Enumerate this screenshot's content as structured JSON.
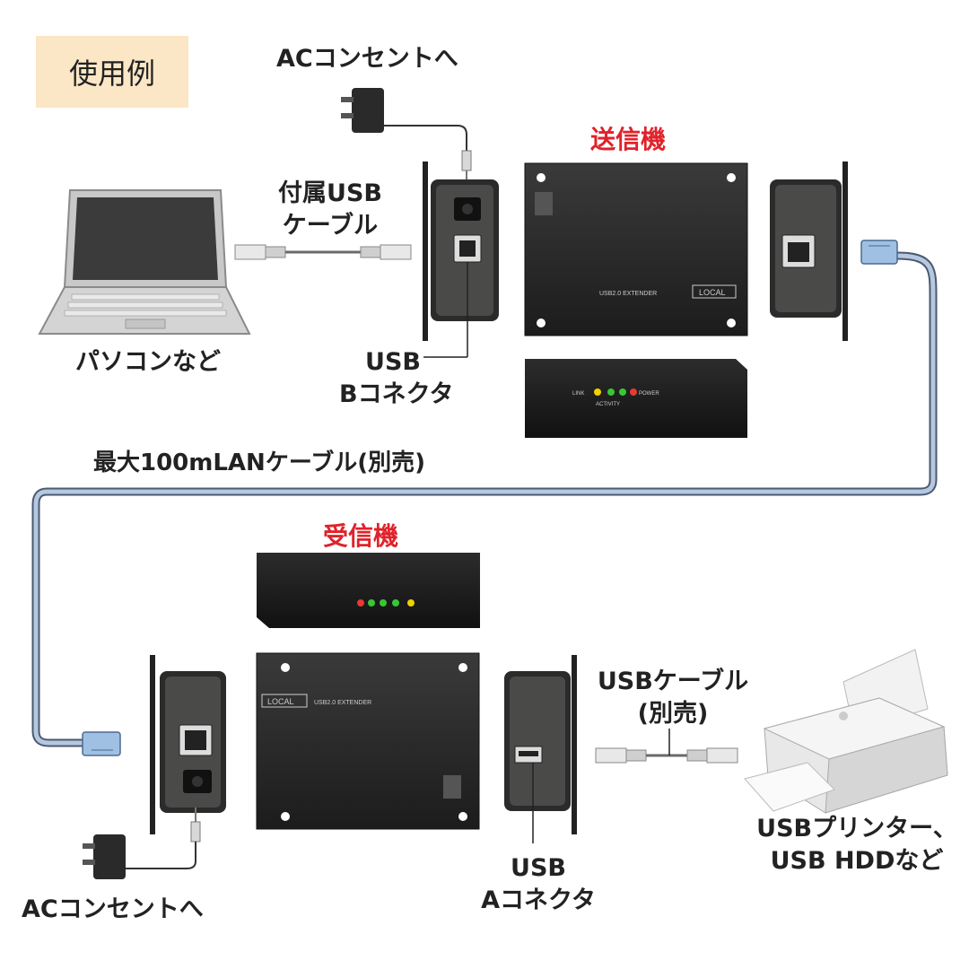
{
  "title": "使用例",
  "sender": {
    "name": "送信機",
    "ac_label": "ACコンセントへ",
    "pc_label": "パソコンなど",
    "usb_cable_label": [
      "付属USB",
      "ケーブル"
    ],
    "connector_label": [
      "USB",
      "Bコネクタ"
    ],
    "device_text": "USB2.0 EXTENDER",
    "device_badge": "LOCAL",
    "led_labels": [
      "LINK",
      "ACTIVITY",
      "POWER"
    ]
  },
  "lan_cable_label": "最大100mLANケーブル(別売)",
  "receiver": {
    "name": "受信機",
    "ac_label": "ACコンセントへ",
    "usb_cable_label": [
      "USBケーブル",
      "(別売)"
    ],
    "connector_label": [
      "USB",
      "Aコネクタ"
    ],
    "printer_label": [
      "USBプリンター、",
      "USB HDDなど"
    ],
    "device_text": "USB2.0 EXTENDER",
    "device_badge": "LOCAL"
  },
  "colors": {
    "label_red": "#e0222a",
    "badge_bg": "#fbe6c6",
    "lan_cable": "#b6c8e0",
    "led_yellow": "#f0d000",
    "led_green": "#36c832",
    "led_red": "#e83a2e"
  }
}
